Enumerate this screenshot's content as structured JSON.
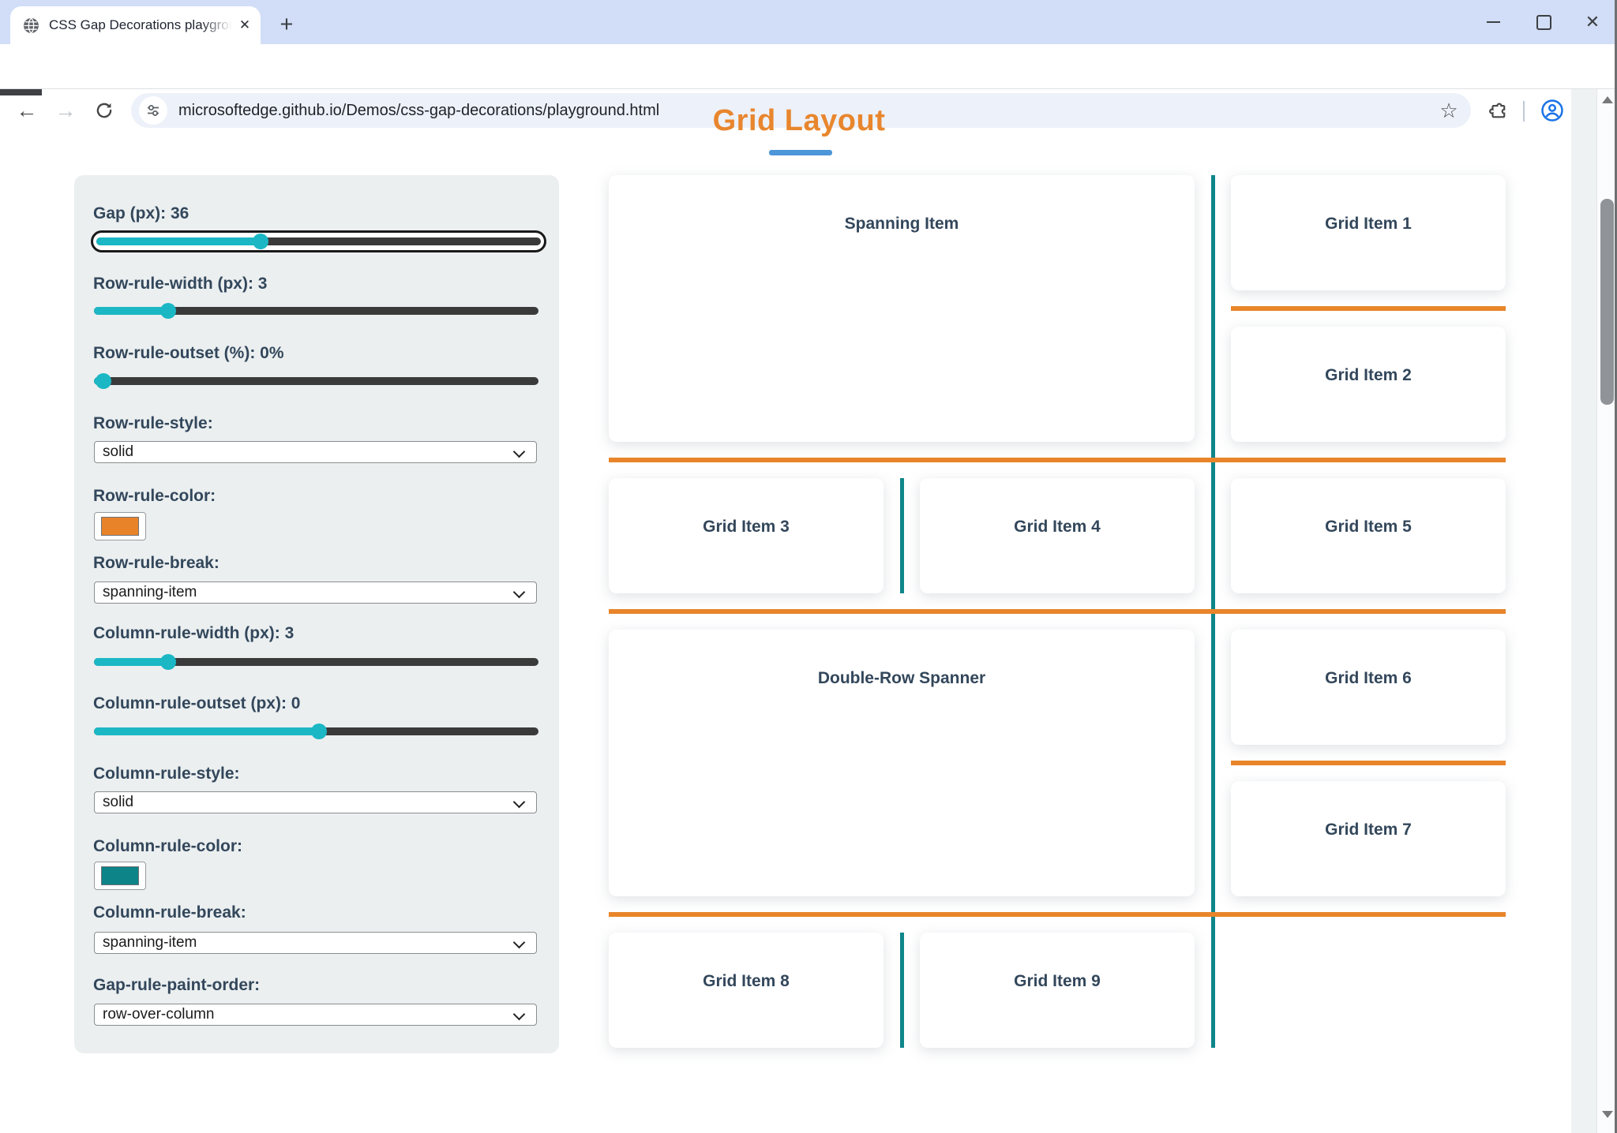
{
  "browser": {
    "tab": {
      "title": "CSS Gap Decorations playgroun",
      "close_glyph": "✕"
    },
    "new_tab_button": "+",
    "window_controls": {
      "close_glyph": "✕"
    },
    "nav": {
      "back_glyph": "←",
      "forward_glyph": "→"
    },
    "url": "microsoftedge.github.io/Demos/css-gap-decorations/playground.html",
    "star_glyph": "☆",
    "kebab_glyph": "⋮"
  },
  "page": {
    "title": "Grid Layout",
    "accent_orange": "#e8862d",
    "underline_blue": "#4d96d9"
  },
  "panel": {
    "controls": [
      {
        "type": "slider",
        "label": "Gap (px): 36",
        "focused": true
      },
      {
        "type": "slider",
        "label": "Row-rule-width (px): 3"
      },
      {
        "type": "slider",
        "label": "Row-rule-outset (%): 0%"
      },
      {
        "type": "select",
        "label": "Row-rule-style:",
        "value": "solid"
      },
      {
        "type": "color",
        "label": "Row-rule-color:",
        "value": "#e8832a"
      },
      {
        "type": "select",
        "label": "Row-rule-break:",
        "value": "spanning-item"
      },
      {
        "type": "slider",
        "label": "Column-rule-width (px): 3"
      },
      {
        "type": "slider",
        "label": "Column-rule-outset (px): 0"
      },
      {
        "type": "select",
        "label": "Column-rule-style:",
        "value": "solid"
      },
      {
        "type": "color",
        "label": "Column-rule-color:",
        "value": "#0d8488"
      },
      {
        "type": "select",
        "label": "Column-rule-break:",
        "value": "spanning-item"
      },
      {
        "type": "select",
        "label": "Gap-rule-paint-order:",
        "value": "row-over-column"
      }
    ]
  },
  "grid": {
    "row_rule_color": "#e8852a",
    "column_rule_color": "#0e868a",
    "items": [
      {
        "label": "Spanning Item"
      },
      {
        "label": "Grid Item 1"
      },
      {
        "label": "Grid Item 2"
      },
      {
        "label": "Grid Item 3"
      },
      {
        "label": "Grid Item 4"
      },
      {
        "label": "Grid Item 5"
      },
      {
        "label": "Double-Row Spanner"
      },
      {
        "label": "Grid Item 6"
      },
      {
        "label": "Grid Item 7"
      },
      {
        "label": "Grid Item 8"
      },
      {
        "label": "Grid Item 9"
      }
    ]
  }
}
